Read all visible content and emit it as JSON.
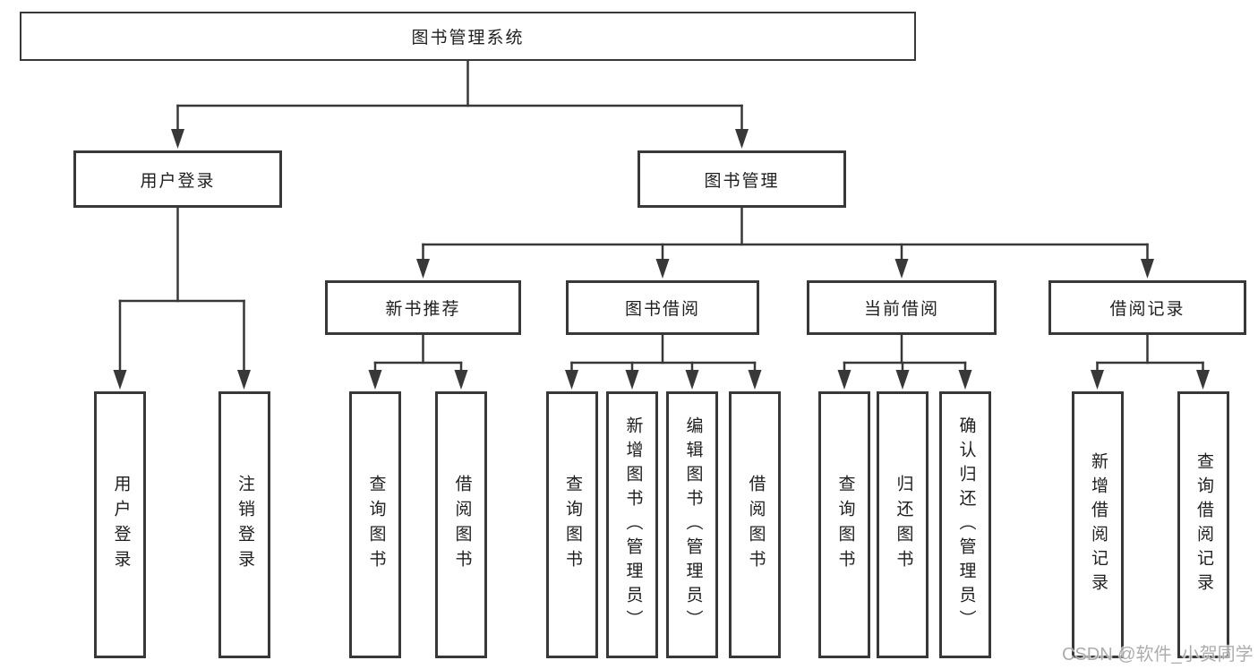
{
  "tree": {
    "root": {
      "label": "图书管理系统"
    },
    "children": [
      {
        "label": "用户登录",
        "children": [
          {
            "label": "用户登录"
          },
          {
            "label": "注销登录"
          }
        ]
      },
      {
        "label": "图书管理",
        "children": [
          {
            "label": "新书推荐",
            "children": [
              {
                "label": "查询图书"
              },
              {
                "label": "借阅图书"
              }
            ]
          },
          {
            "label": "图书借阅",
            "children": [
              {
                "label": "查询图书"
              },
              {
                "label": "新增图书（管理员）"
              },
              {
                "label": "编辑图书（管理员）"
              },
              {
                "label": "借阅图书"
              }
            ]
          },
          {
            "label": "当前借阅",
            "children": [
              {
                "label": "查询图书"
              },
              {
                "label": "归还图书"
              },
              {
                "label": "确认归还（管理员）"
              }
            ]
          },
          {
            "label": "借阅记录",
            "children": [
              {
                "label": "新增借阅记录"
              },
              {
                "label": "查询借阅记录"
              }
            ]
          }
        ]
      }
    ]
  },
  "watermark": {
    "text": "CSDN @软件_小贺同学"
  },
  "colors": {
    "line": "#383838",
    "box_border": "#383838",
    "text": "#1f1f1f",
    "watermark": "#a9a9a9",
    "background": "#ffffff"
  }
}
